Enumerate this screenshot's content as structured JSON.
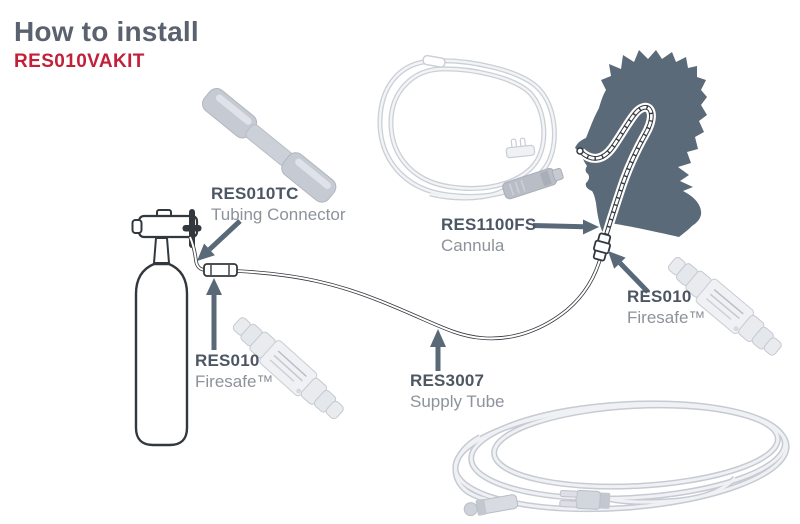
{
  "title": {
    "heading": "How to install",
    "kit_code": "RES010VAKIT"
  },
  "colors": {
    "heading": "#59626e",
    "kit_red": "#c41f39",
    "label_code": "#4d5764",
    "label_desc": "#8d929b",
    "arrow": "#5a6977",
    "silhouette": "#5b6a78",
    "line_art": "#33383e"
  },
  "labels": {
    "tubing_connector": {
      "code": "RES010TC",
      "desc": "Tubing Connector"
    },
    "cannula": {
      "code": "RES1100FS",
      "desc": "Cannula"
    },
    "firesafe_right": {
      "code": "RES010",
      "desc": "Firesafe™"
    },
    "firesafe_left": {
      "code": "RES010",
      "desc": "Firesafe™"
    },
    "supply_tube": {
      "code": "RES3007",
      "desc": "Supply Tube"
    }
  }
}
